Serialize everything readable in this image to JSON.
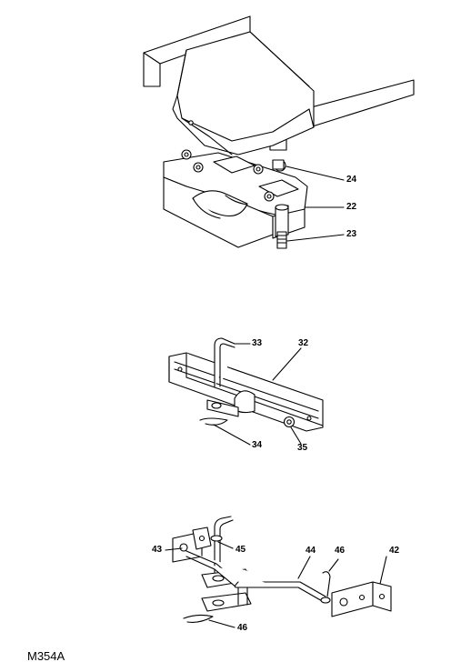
{
  "figure_ref": "M354A",
  "assemblies": [
    {
      "name": "bracket-assembly",
      "callouts": [
        "24",
        "22",
        "23"
      ]
    },
    {
      "name": "rail-assembly",
      "callouts": [
        "33",
        "32",
        "34",
        "35"
      ]
    },
    {
      "name": "linkage-assembly",
      "callouts": [
        "43",
        "45",
        "44",
        "46",
        "42",
        "46"
      ]
    }
  ]
}
